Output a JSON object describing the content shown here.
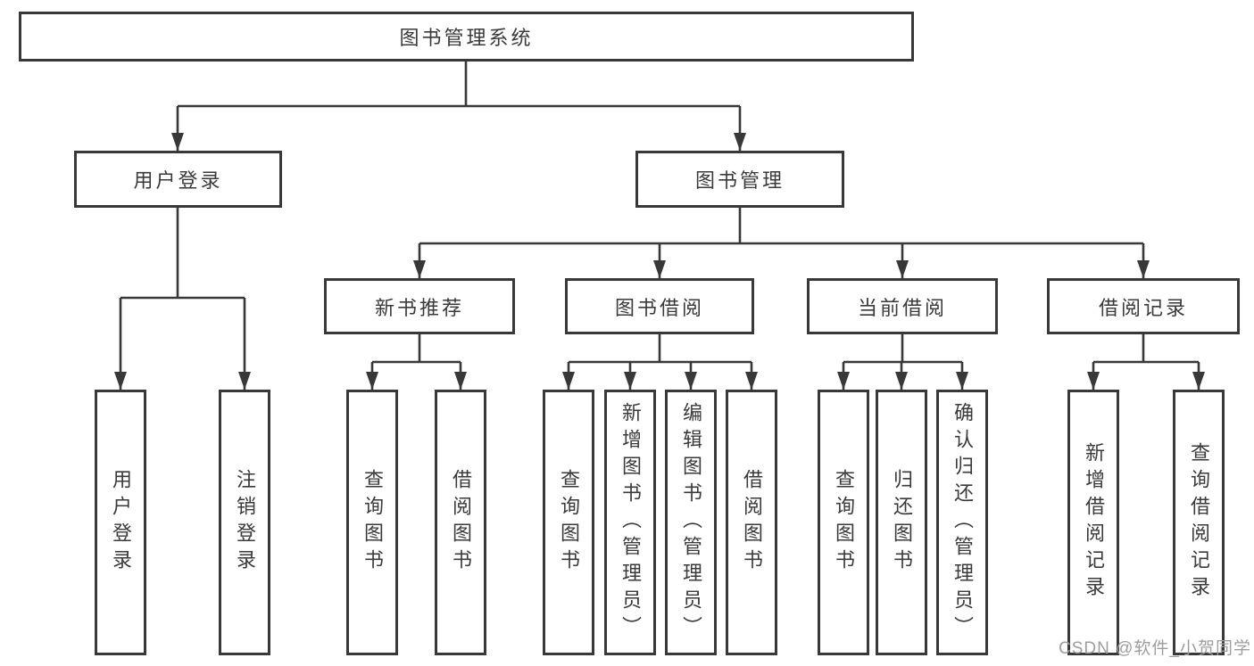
{
  "colors": {
    "line": "#383838",
    "text": "#3a3a3a",
    "background": "#ffffff",
    "watermark": "#9e9e9e"
  },
  "diagram": {
    "root": {
      "label": "图书管理系统"
    },
    "branches": {
      "user_login": {
        "label": "用户登录",
        "children": {
          "login": {
            "label": "用户登录"
          },
          "logout": {
            "label": "注销登录"
          }
        }
      },
      "book_mgmt": {
        "label": "图书管理",
        "children": {
          "new_book_rec": {
            "label": "新书推荐",
            "children": {
              "query_books": {
                "label": "查询图书"
              },
              "borrow_books": {
                "label": "借阅图书"
              }
            }
          },
          "book_borrow": {
            "label": "图书借阅",
            "children": {
              "query_books": {
                "label": "查询图书"
              },
              "add_books_admin": {
                "label": "新增图书（管理员）"
              },
              "edit_books_admin": {
                "label": "编辑图书（管理员）"
              },
              "borrow_books": {
                "label": "借阅图书"
              }
            }
          },
          "current_borrow": {
            "label": "当前借阅",
            "children": {
              "query_books": {
                "label": "查询图书"
              },
              "return_books": {
                "label": "归还图书"
              },
              "confirm_return_admin": {
                "label": "确认归还（管理员）"
              }
            }
          },
          "borrow_records": {
            "label": "借阅记录",
            "children": {
              "add_record": {
                "label": "新增借阅记录"
              },
              "query_record": {
                "label": "查询借阅记录"
              }
            }
          }
        }
      }
    }
  },
  "watermark": {
    "text": "CSDN @软件_小贺同学"
  }
}
